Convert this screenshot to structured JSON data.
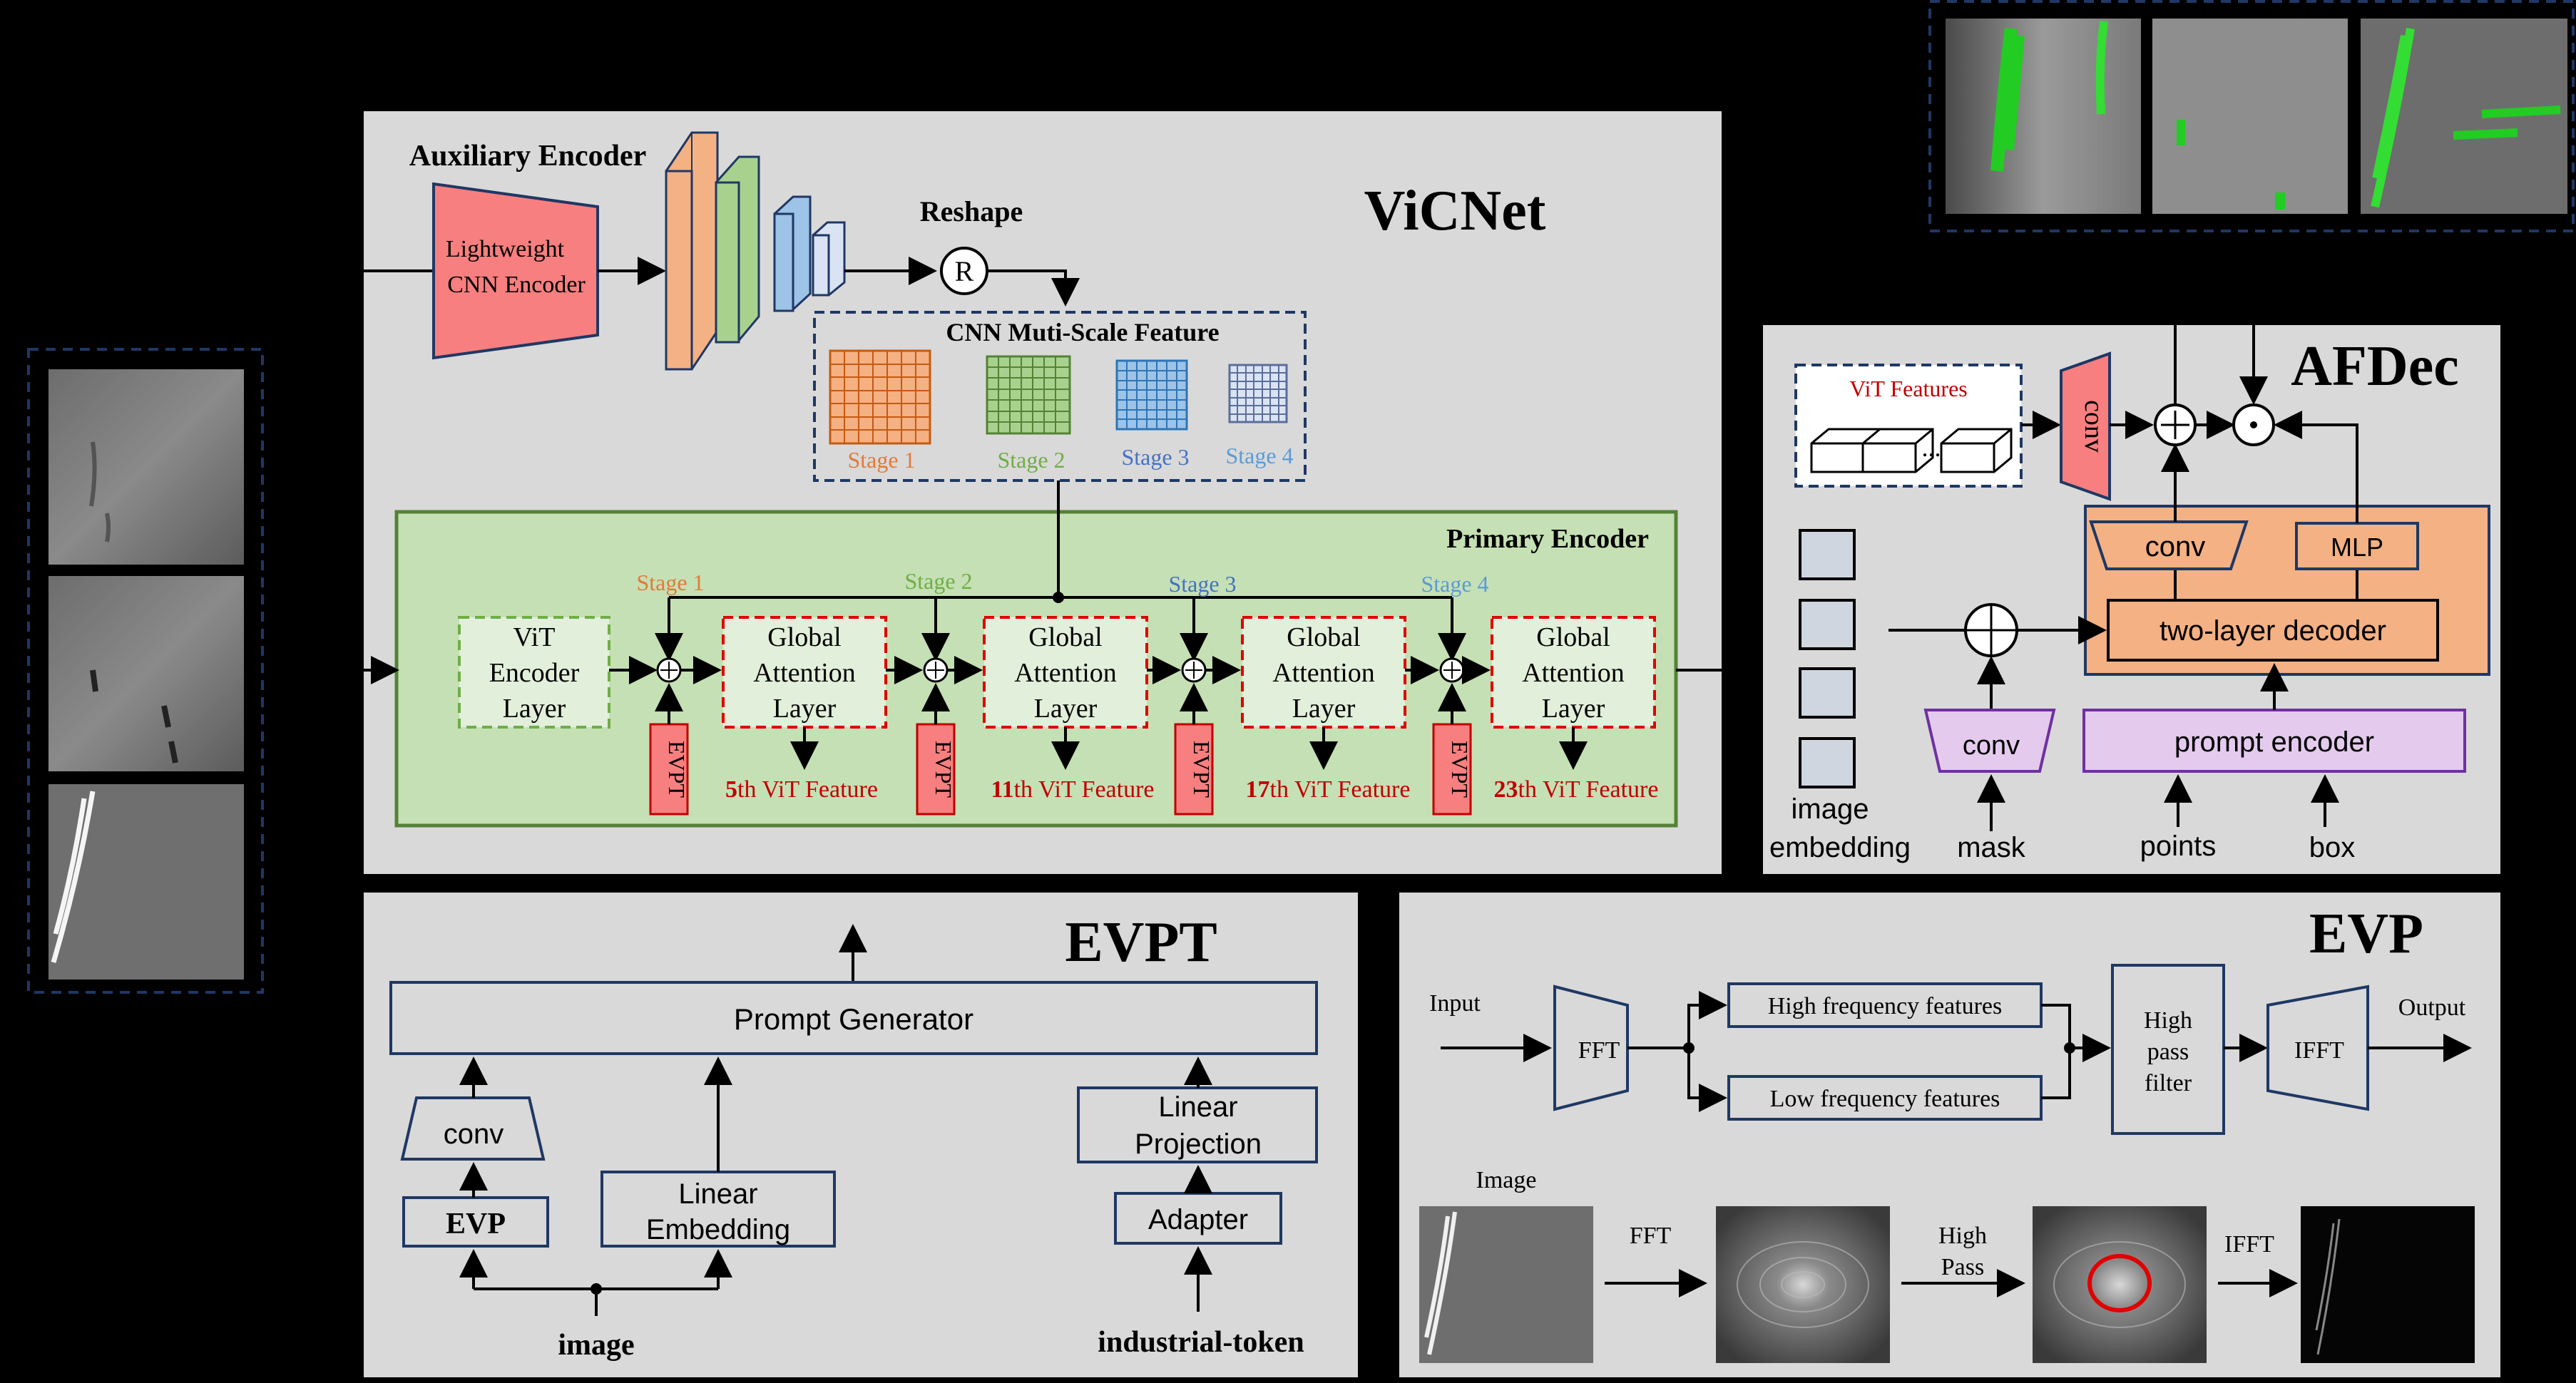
{
  "vicnet": {
    "title": "ViCNet",
    "aux_encoder_label": "Auxiliary Encoder",
    "cnn_encoder_line1": "Lightweight",
    "cnn_encoder_line2": "CNN Encoder",
    "reshape_label": "Reshape",
    "reshape_symbol": "R",
    "multiscale_title": "CNN Muti-Scale Feature",
    "stages": [
      "Stage 1",
      "Stage 2",
      "Stage 3",
      "Stage 4"
    ],
    "primary_encoder_label": "Primary Encoder",
    "vit_encoder": [
      "ViT",
      "Encoder",
      "Layer"
    ],
    "global_attention": [
      "Global",
      "Attention",
      "Layer"
    ],
    "evpt_label": "EVPT",
    "features": [
      {
        "num": "5",
        "suffix": "th",
        "rest": " ViT Feature"
      },
      {
        "num": "11",
        "suffix": "th",
        "rest": " ViT Feature"
      },
      {
        "num": "17",
        "suffix": "th",
        "rest": " ViT Feature"
      },
      {
        "num": "23",
        "suffix": "th",
        "rest": " ViT Feature"
      }
    ]
  },
  "afdec": {
    "title": "AFDec",
    "vit_features_label": "ViT Features",
    "dots": "...",
    "conv_vertical": "conv",
    "conv": "conv",
    "mlp": "MLP",
    "two_layer_decoder": "two-layer decoder",
    "prompt_encoder": "prompt encoder",
    "mask_conv": "conv",
    "image_embedding_line1": "image",
    "image_embedding_line2": "embedding",
    "mask": "mask",
    "points": "points",
    "box": "box"
  },
  "evpt": {
    "title": "EVPT",
    "prompt_generator": "Prompt Generator",
    "conv": "conv",
    "evp": "EVP",
    "linear_embedding_line1": "Linear",
    "linear_embedding_line2": "Embedding",
    "linear_projection_line1": "Linear",
    "linear_projection_line2": "Projection",
    "adapter": "Adapter",
    "image": "image",
    "industrial_token": "industrial-token"
  },
  "evp": {
    "title": "EVP",
    "input": "Input",
    "output": "Output",
    "fft": "FFT",
    "ifft": "IFFT",
    "high_freq": "High frequency features",
    "low_freq": "Low frequency features",
    "hpf": [
      "High",
      "pass",
      "filter"
    ],
    "image_label": "Image",
    "fft_arrow": "FFT",
    "high_pass": [
      "High",
      "Pass"
    ],
    "ifft_arrow": "IFFT"
  },
  "colors": {
    "panel": "#d9d9d9",
    "primary_green": "#c5e0b4",
    "primary_border": "#548235",
    "cnn_red": "#f87f7f",
    "stage1_orange": "#f4b183",
    "stage2_green": "#a9d18e",
    "stage3_blue": "#9dc3e6",
    "stage4_lightblue": "#dae3f3",
    "evpt_red": "#f87f7f",
    "global_red_dash": "#e00000",
    "vit_green_dash": "#70ad47",
    "decoder_orange": "#f4b183",
    "prompt_purple": "#e4cbee",
    "box_navy": "#1f3864",
    "feature_text_red": "#c00000",
    "stage1_text": "#e07b39",
    "stage2_text": "#70ad47",
    "stage3_text": "#4472c4",
    "stage4_text": "#5b9bd5"
  }
}
